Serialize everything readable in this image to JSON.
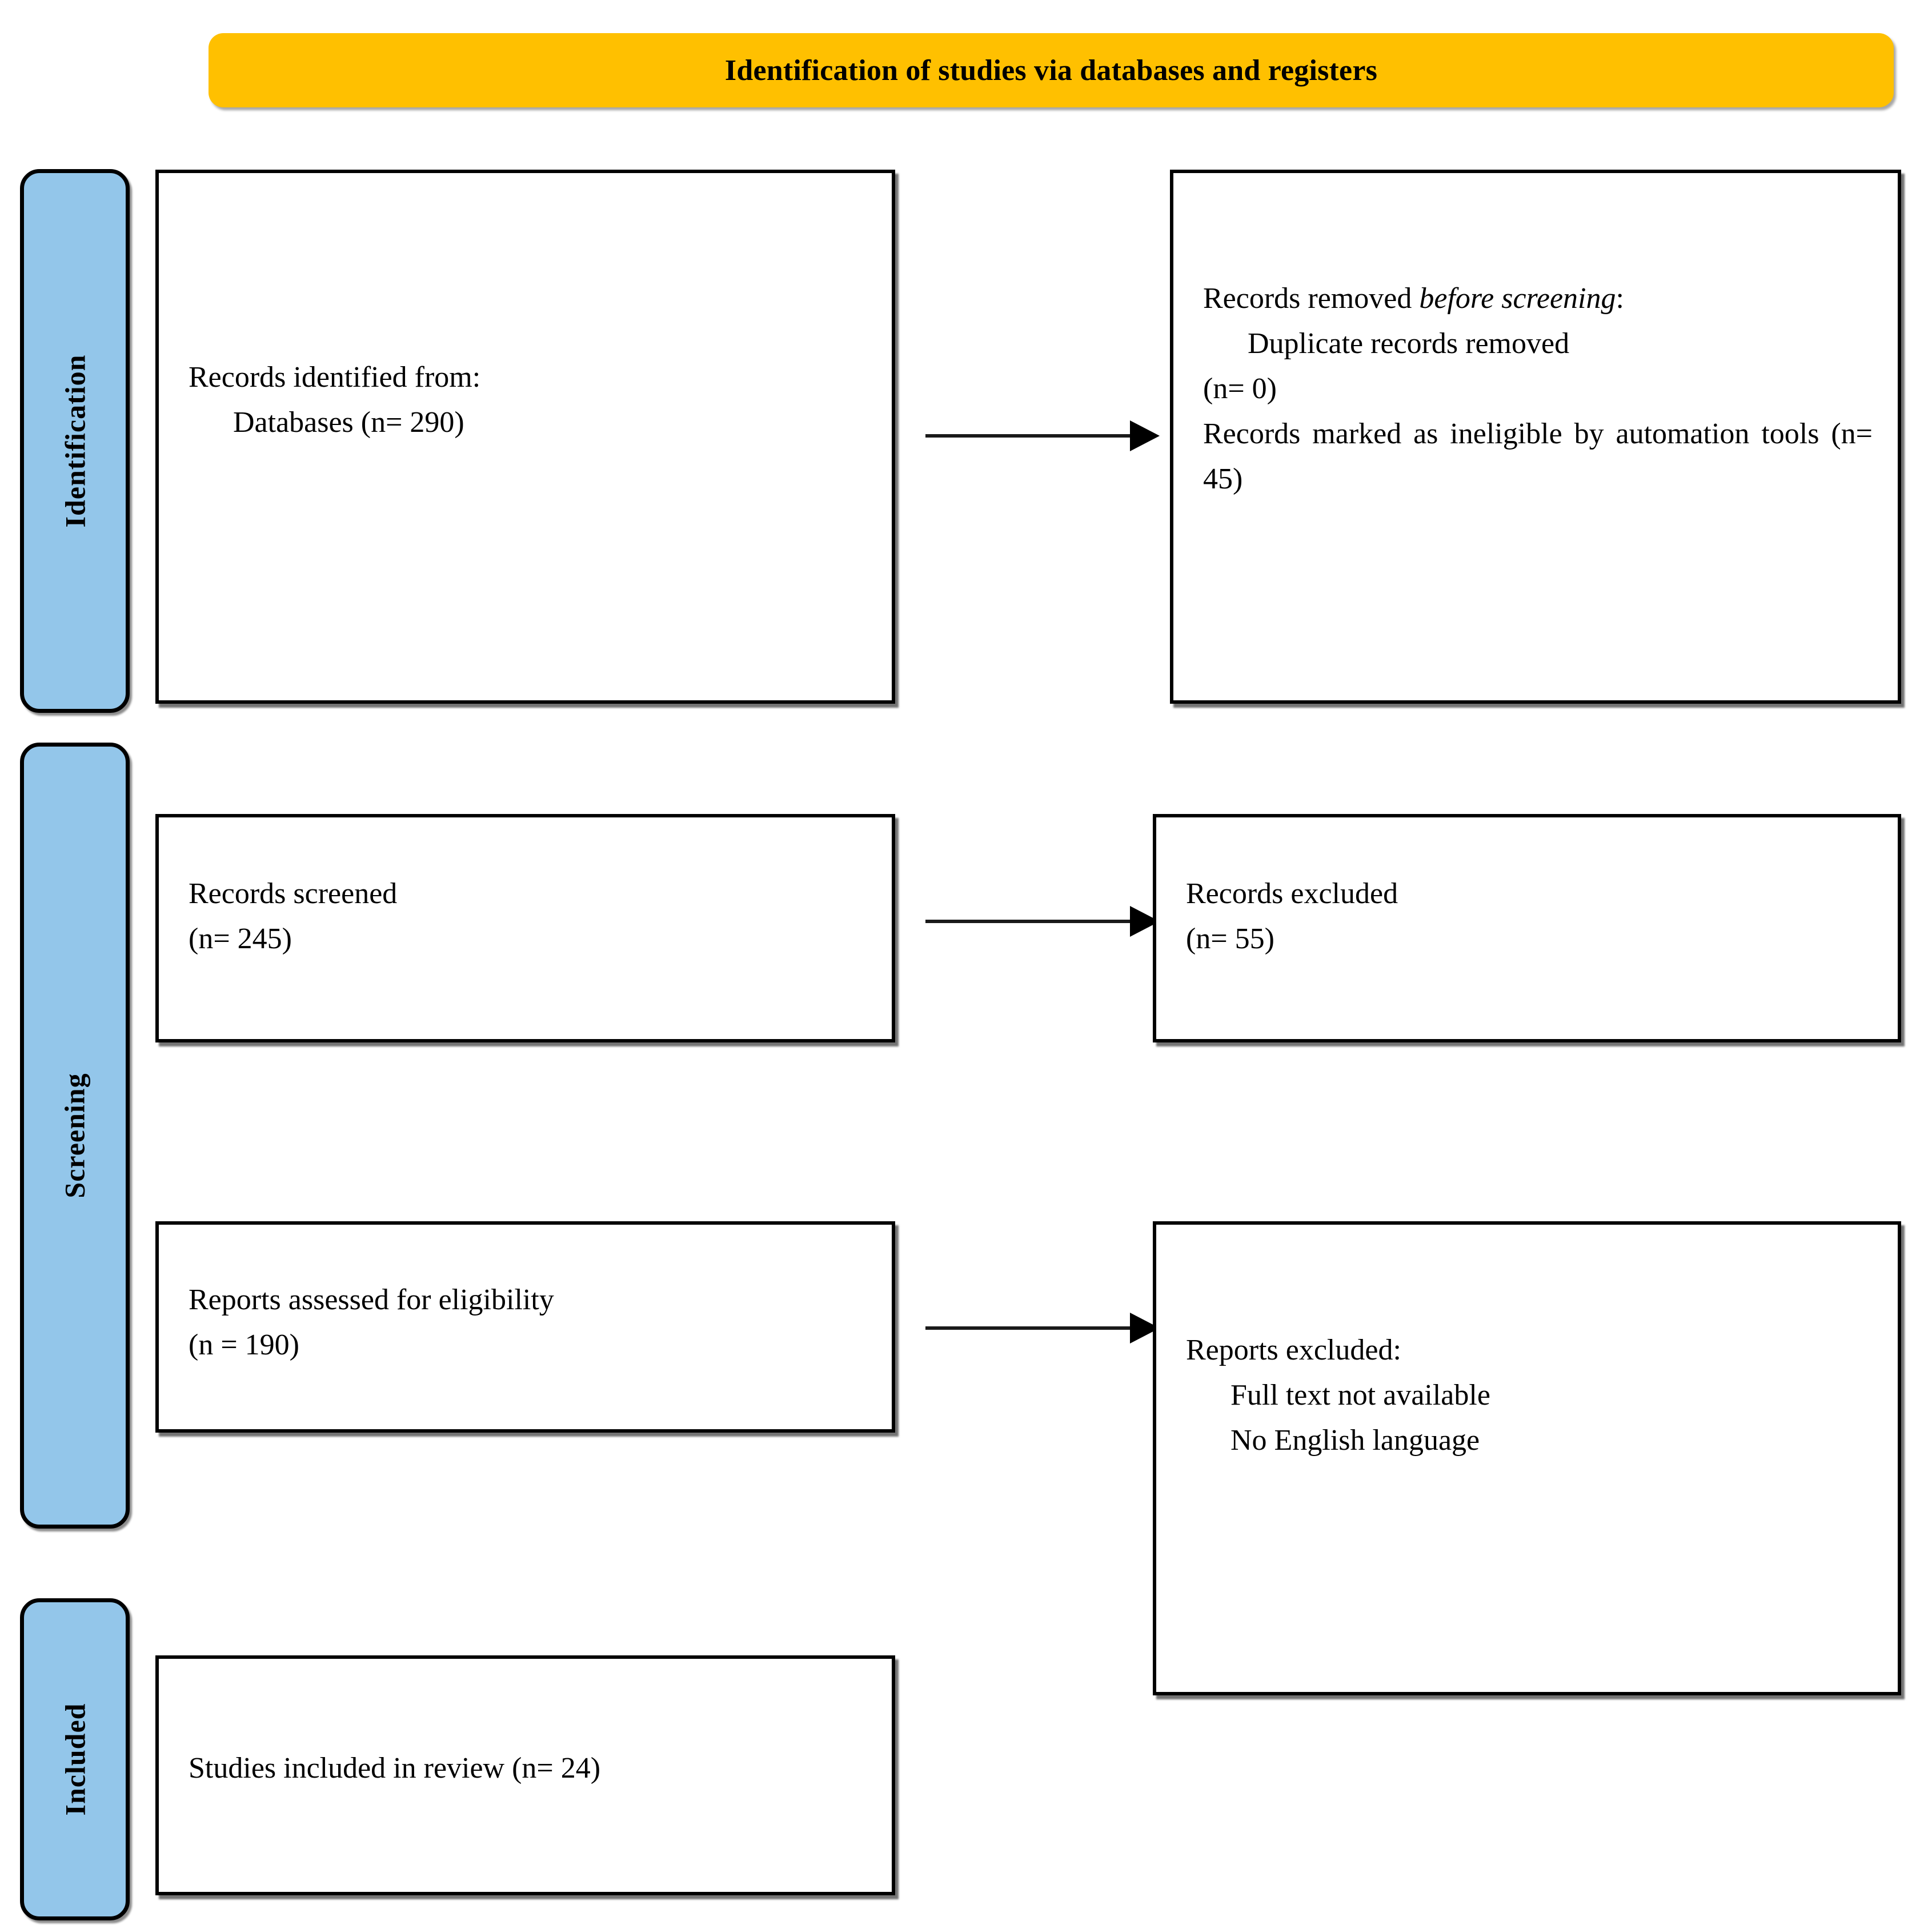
{
  "header": {
    "title": "Identification of studies via databases and registers",
    "background_color": "#FFC000",
    "text_color": "#000000"
  },
  "theme": {
    "stage_pill_color": "#93C6EA",
    "box_border_color": "#000000",
    "box_fill_color": "#FFFFFF",
    "arrow_color": "#000000"
  },
  "stages": [
    {
      "id": "identification",
      "label": "Identification"
    },
    {
      "id": "screening",
      "label": "Screening"
    },
    {
      "id": "included",
      "label": "Included"
    }
  ],
  "boxes": {
    "records_identified": {
      "line1": "Records identified from:",
      "line2": "Databases (n= 290)"
    },
    "records_removed": {
      "line1_prefix": "Records removed ",
      "line1_emphasis": "before screening",
      "line1_suffix": ":",
      "line2": "Duplicate records removed",
      "line3": "(n= 0)",
      "line4": "Records marked as ineligible by automation tools (n= 45)"
    },
    "records_screened": {
      "line1": "Records screened",
      "line2": "(n= 245)"
    },
    "records_excluded": {
      "line1": "Records excluded",
      "line2": "(n= 55)"
    },
    "reports_assessed": {
      "line1": "Reports assessed for eligibility",
      "line2": "(n = 190)"
    },
    "reports_excluded": {
      "line1": "Reports excluded:",
      "line2": "Full text not available",
      "line3": "No English language"
    },
    "studies_included": {
      "line1": "Studies included in review (n= 24)"
    }
  },
  "arrows": [
    {
      "id": "identified-to-removed",
      "from": "records_identified",
      "to": "records_removed"
    },
    {
      "id": "screened-to-excluded",
      "from": "records_screened",
      "to": "records_excluded"
    },
    {
      "id": "assessed-to-excluded",
      "from": "reports_assessed",
      "to": "reports_excluded"
    }
  ]
}
